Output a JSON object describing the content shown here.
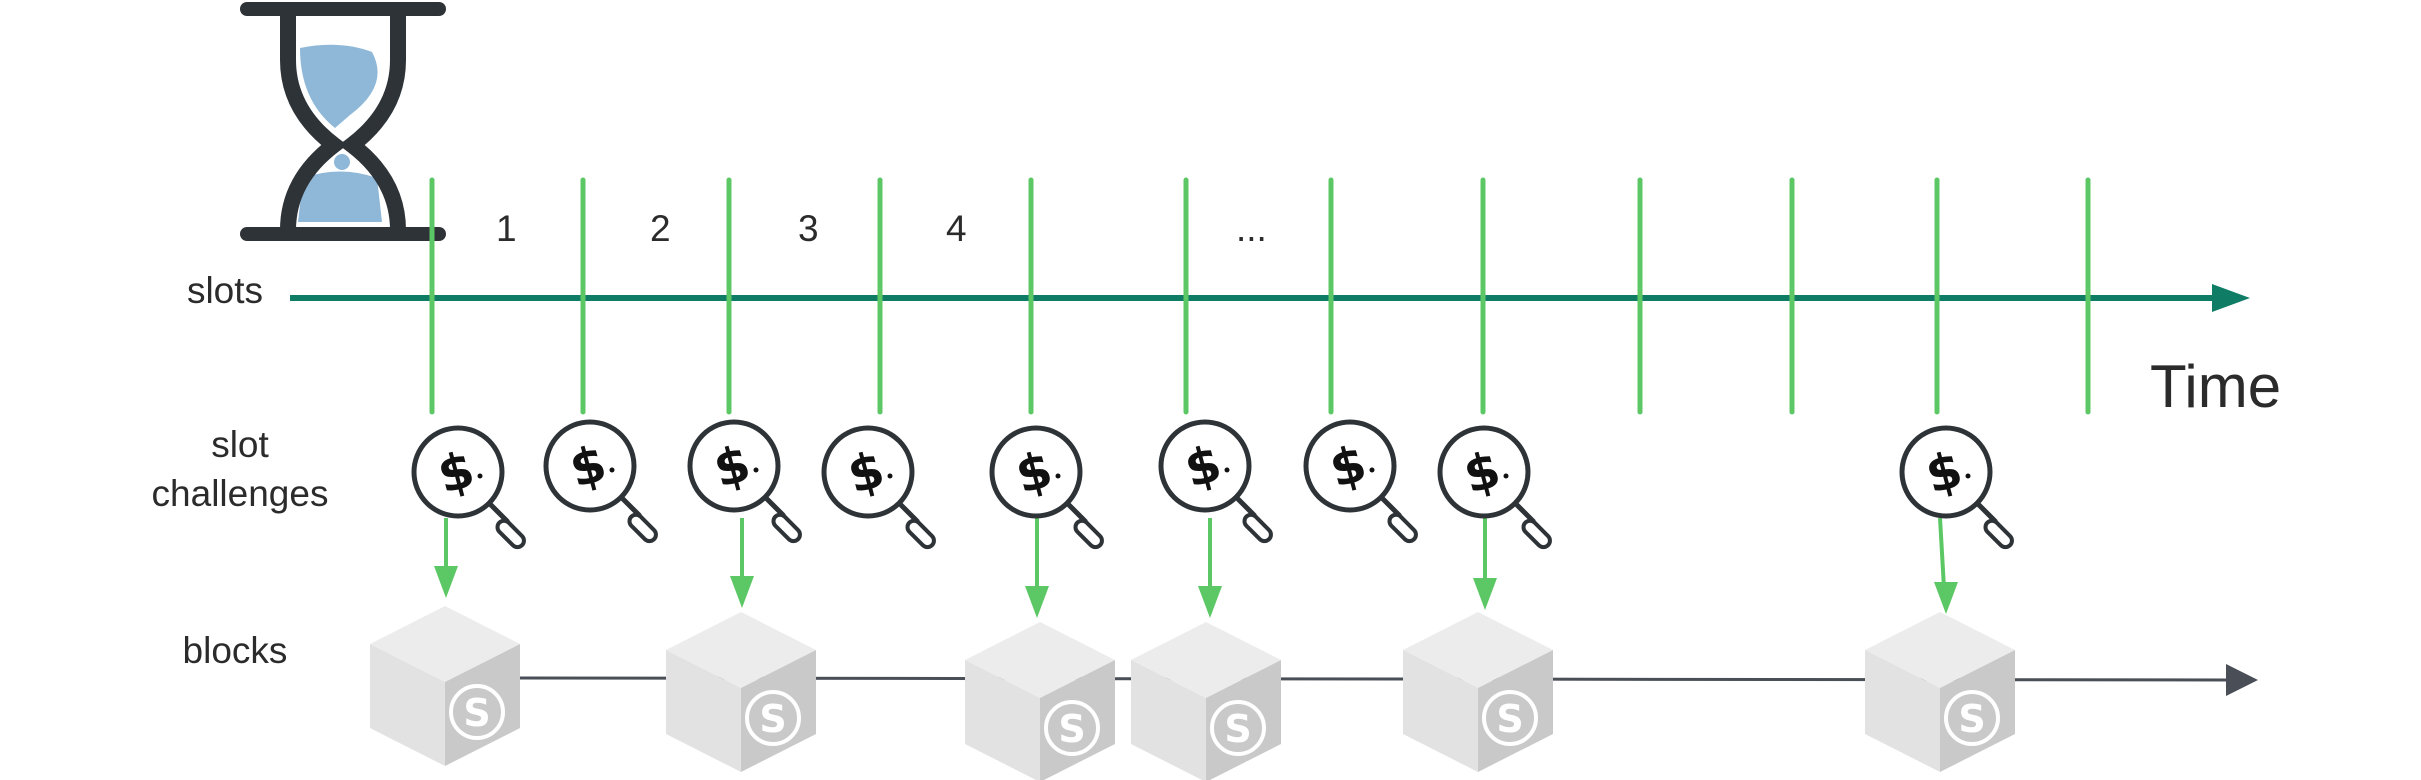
{
  "labels": {
    "slots": "slots",
    "slot_challenges_line1": "slot",
    "slot_challenges_line2": "challenges",
    "blocks": "blocks",
    "time": "Time"
  },
  "slot_numbers": [
    "1",
    "2",
    "3",
    "4",
    "..."
  ],
  "icons": {
    "hourglass": "hourglass-icon",
    "challenge": "dollar-magnifier-icon",
    "block": "cube-block-icon",
    "block_logo": "s-logo-icon"
  },
  "colors": {
    "timeline": "#0f7d66",
    "tick": "#5cc865",
    "arrow": "#5cc865",
    "chain": "#4a4f57",
    "icon_stroke": "#2e3338",
    "hourglass_fill": "#8fb8d8",
    "cube_light": "#ececec",
    "cube_mid": "#dedede",
    "cube_dark": "#c7c7c7"
  }
}
